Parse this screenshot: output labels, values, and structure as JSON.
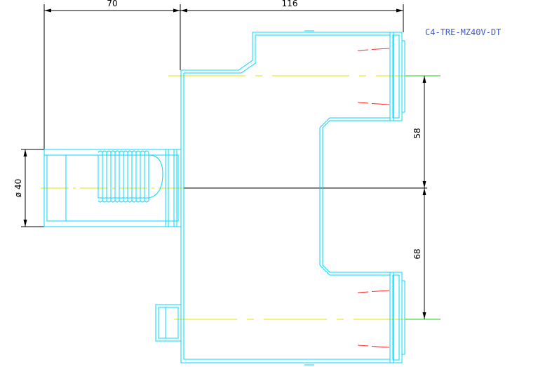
{
  "part_code": "C4-TRE-MZ40V-DT",
  "dimensions": {
    "width_left": "70",
    "width_right": "116",
    "height_upper": "58",
    "height_lower": "68",
    "diameter": "ø 40"
  },
  "colors": {
    "outline": "#00d8ff",
    "dimension": "#000000",
    "centerline": "#e6e600",
    "extension": "#19d219",
    "hidden": "#ff2a2a",
    "label": "#3b5bdb"
  }
}
